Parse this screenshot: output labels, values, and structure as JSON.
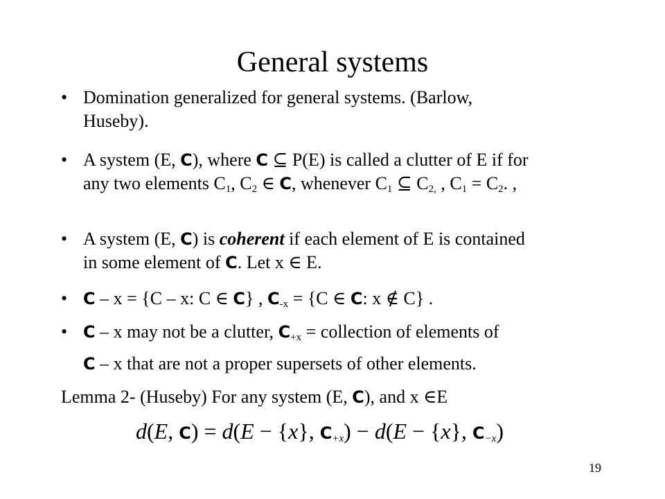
{
  "slide": {
    "title": "General systems",
    "page_number": "19"
  },
  "bullets": [
    {
      "line1": "Domination generalized for general systems.  (Barlow,",
      "line2": "Huseby)."
    },
    {
      "p1": "A system (E, ",
      "c1": "C",
      "p2": "), where ",
      "c2": "C",
      "p3": " ⊆ P(E) is called a clutter of E if for",
      "p4": "any two elements C",
      "s1": "1",
      "p5": ", C",
      "s2": "2",
      "p6": " ∈ ",
      "c3": "C",
      "p7": ", whenever C",
      "s3": "1",
      "p8": " ⊆ C",
      "s4": "2,",
      "p9": " , C",
      "s5": "1",
      "p10": " = C",
      "s6": "2",
      "p11": ". ,"
    },
    {
      "p1": "A system (E, ",
      "c1": "C",
      "p2": ") is ",
      "em": "coherent",
      "p3": " if each element of E is contained",
      "p4": "in some element of ",
      "c2": "C",
      "p5": ". Let x ∈ E."
    },
    {
      "c1": "C",
      "p1": " – x = {C – x: C ∈ ",
      "c2": "C",
      "p2": "}  , ",
      "c3": "C",
      "s1": "-x",
      "p3": " = {C ∈ ",
      "c4": "C",
      "p4": ": x ∉ C}  ."
    },
    {
      "c1": "C",
      "p1": " – x may not be a clutter, ",
      "c2": "C",
      "s1": "+x",
      "p2": " = collection of elements of",
      "c3": "C",
      "p3": " – x that are not a proper supersets of other elements."
    }
  ],
  "lemma": {
    "p1": "Lemma 2- (Huseby) For any system (E, ",
    "c1": "C",
    "p2": "), and x ∈E"
  },
  "formula": {
    "d1": "d",
    "open1": "(",
    "E1": "E",
    "comma1": ", ",
    "c1": "C",
    "close1": ")",
    "eq": " = ",
    "d2": "d",
    "open2": "(",
    "E2": "E",
    "minus1": " − {",
    "x1": "x",
    "rb1": "}, ",
    "c2": "C",
    "sub1": "+x",
    "close2": ")",
    "minus2": " − ",
    "d3": "d",
    "open3": "(",
    "E3": "E",
    "minus3": " − {",
    "x2": "x",
    "rb2": "}, ",
    "c3": "C",
    "sub2": "−x",
    "close3": ")"
  }
}
